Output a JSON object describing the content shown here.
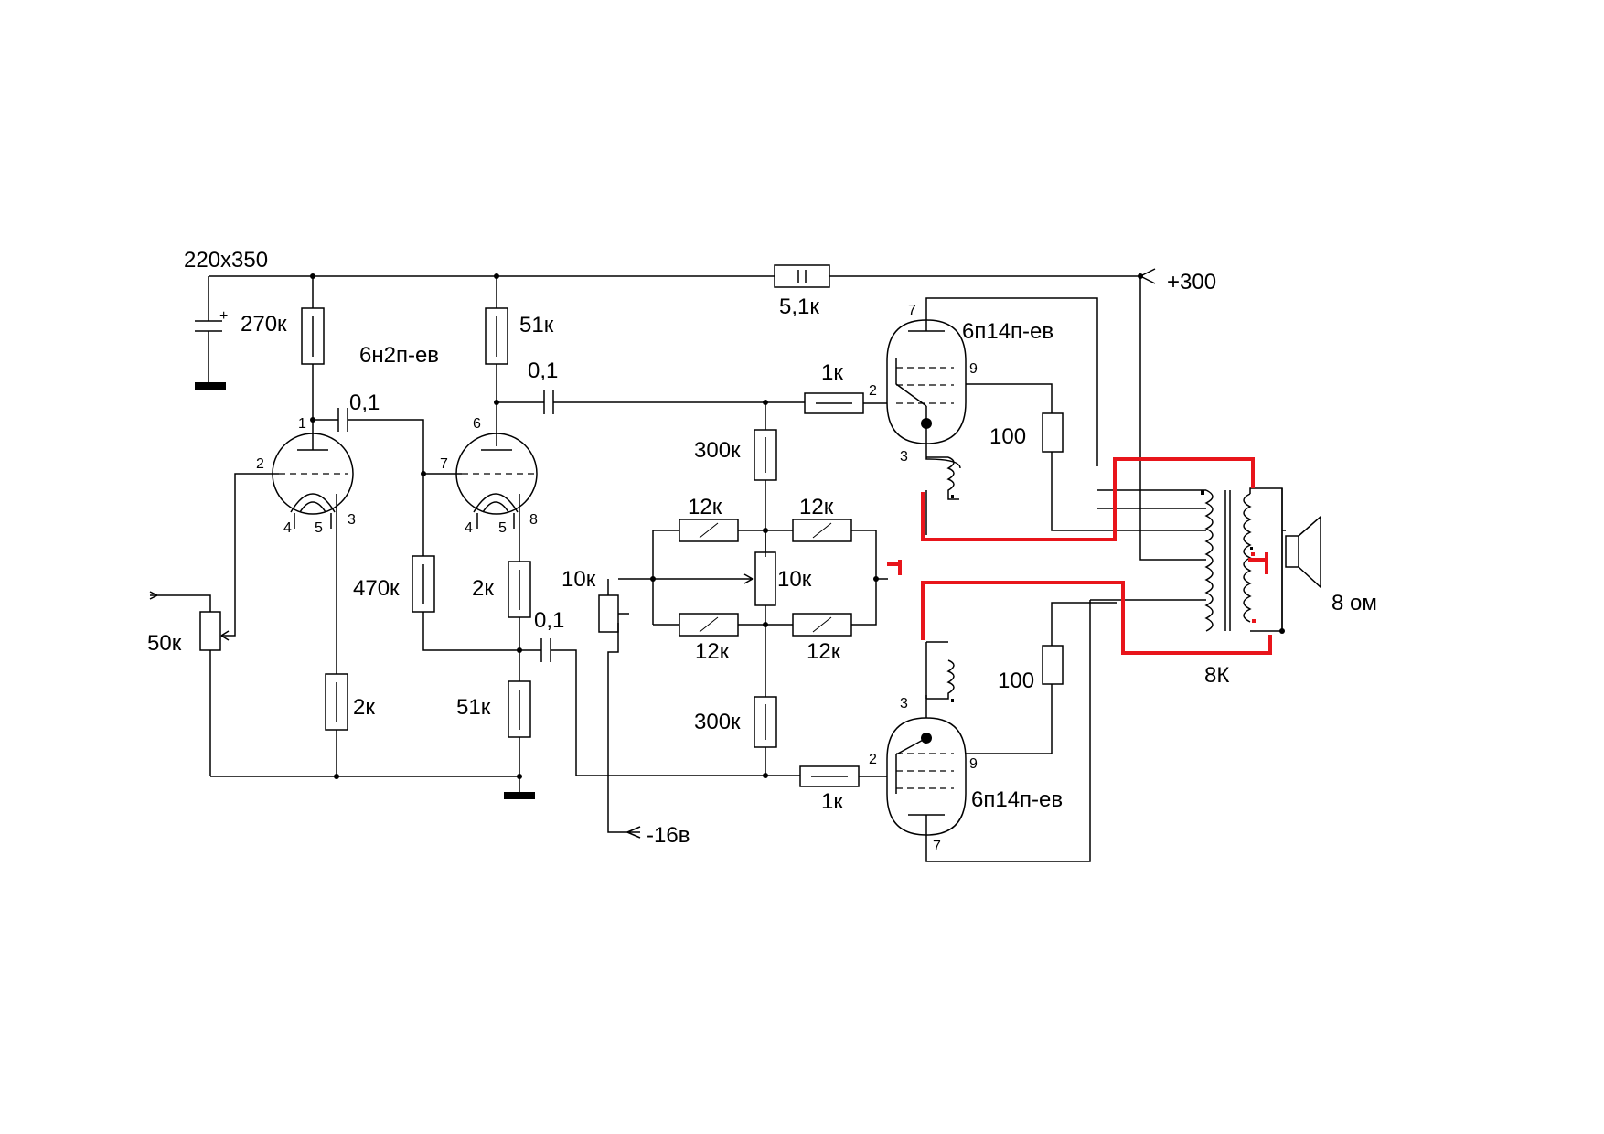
{
  "labels": {
    "cap_in": "220х350",
    "r_270k": "270к",
    "tube_6n2p": "6н2п-ев",
    "r_51k_top": "51к",
    "c_01_a": "0,1",
    "c_01_b": "0,1",
    "c_01_c": "0,1",
    "r_51k_fuse": "5,1к",
    "plus300": "+300",
    "tube_6p14p_top": "6п14п-ев",
    "tube_6p14p_bot": "6п14п-ев",
    "r_1k_top": "1к",
    "r_1k_bot": "1к",
    "r_300k_top": "300к",
    "r_300k_bot": "300к",
    "r_100_top": "100",
    "r_100_bot": "100",
    "r_12k_1": "12к",
    "r_12k_2": "12к",
    "r_12k_3": "12к",
    "r_12k_4": "12к",
    "r_10k_pot": "10к",
    "r_10k_trim": "10к",
    "r_470k": "470к",
    "r_2k_a": "2к",
    "r_2k_b": "2к",
    "r_51k_bot": "51к",
    "r_50k": "50к",
    "minus16": "-16в",
    "speaker": "8 ом",
    "transformer": "8К"
  },
  "pins": {
    "v1_anode": "1",
    "v1_grid": "2",
    "v1_cathode": "3",
    "v1_h1": "4",
    "v1_h2": "5",
    "v2_anode": "6",
    "v2_grid": "7",
    "v2_cathode": "8",
    "v2_h1": "4",
    "v2_h2": "5",
    "v3_anode": "7",
    "v3_grid": "2",
    "v3_cathode": "3",
    "v3_g2": "9",
    "v4_anode": "7",
    "v4_grid": "2",
    "v4_cathode": "3",
    "v4_g2": "9"
  },
  "colors": {
    "wire": "#000000",
    "modification": "#e8151b"
  }
}
